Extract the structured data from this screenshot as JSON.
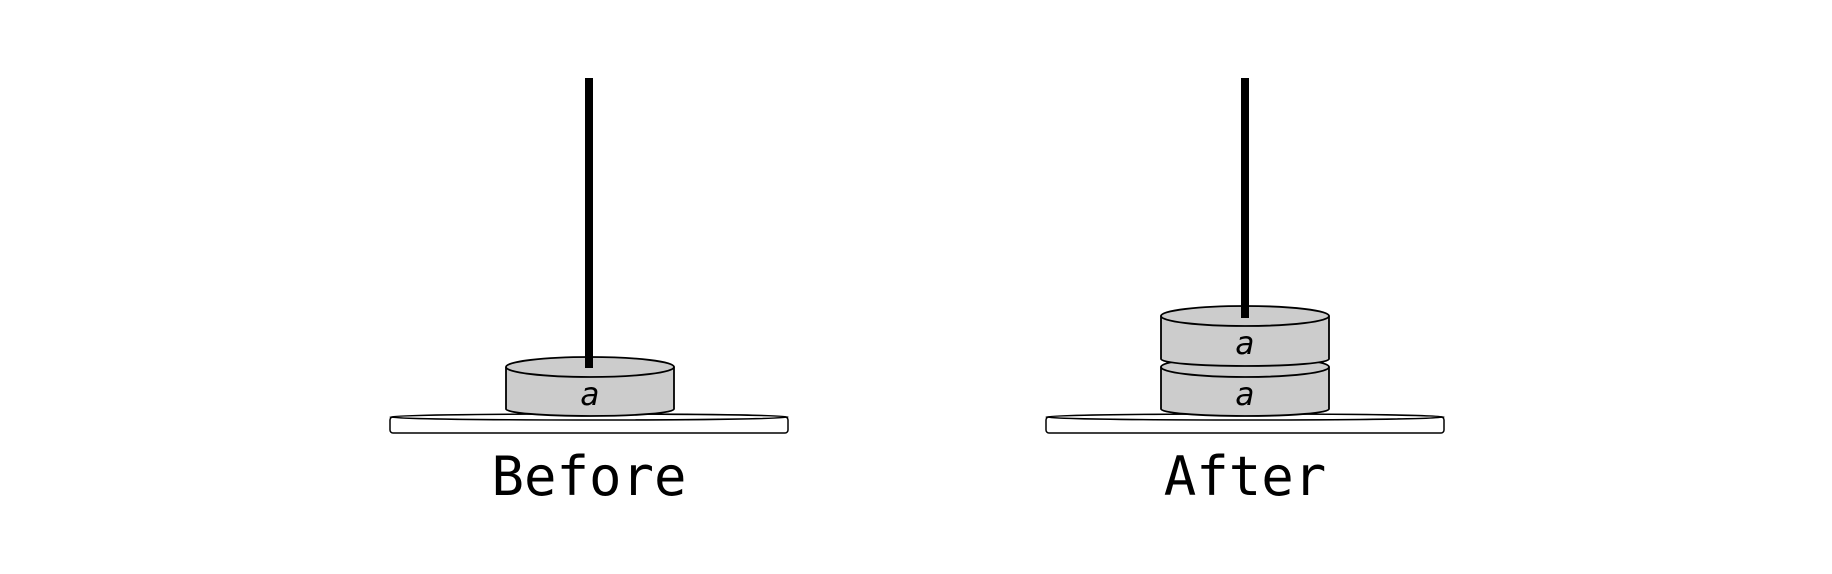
{
  "colors": {
    "disk_fill": "#cccccc",
    "outline": "#000000",
    "pole": "#000000",
    "base_fill": "#ffffff"
  },
  "panels": [
    {
      "caption": "Before",
      "disks": [
        {
          "label": "a"
        }
      ]
    },
    {
      "caption": "After",
      "disks": [
        {
          "label": "a"
        },
        {
          "label": "a"
        }
      ]
    }
  ]
}
